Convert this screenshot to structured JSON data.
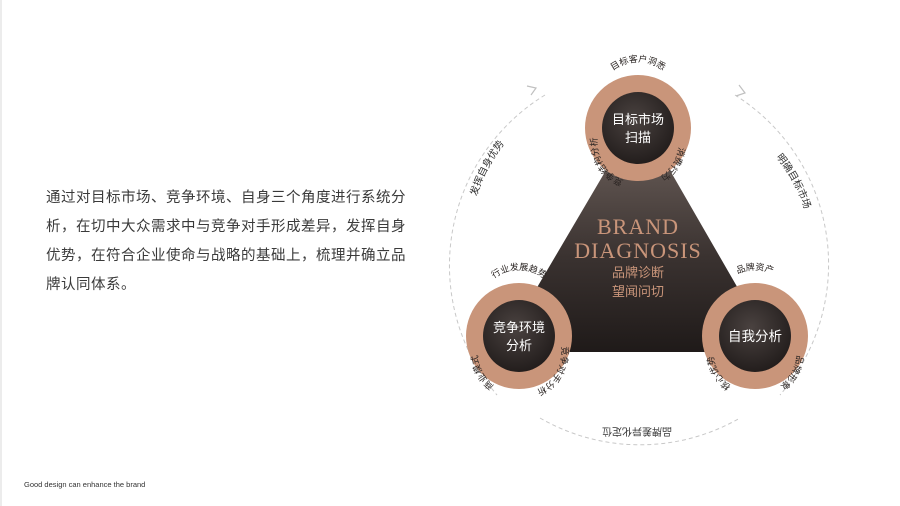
{
  "intro_text": "通过对目标市场、竞争环境、自身三个角度进行系统分析，在切中大众需求中与竞争对手形成差异，发挥自身优势，在符合企业使命与战略的基础上，梳理并确立品牌认同体系。",
  "footer_text": "Good design can enhance the brand",
  "center": {
    "title_line1": "BRAND",
    "title_line2": "DIAGNOSIS",
    "subtitle_line1": "品牌诊断",
    "subtitle_line2": "望闻问切"
  },
  "nodes": {
    "top": {
      "line1": "目标市场",
      "line2": "扫描",
      "ring_top": "目标客户洞悉",
      "ring_left": "竞争结构分析",
      "ring_right": "消费行为"
    },
    "left": {
      "line1": "竞争环境",
      "line2": "分析",
      "ring_top": "行业发展趋势",
      "ring_left": "商业模式",
      "ring_right": "竞争对手分析"
    },
    "right": {
      "line1": "自我分析",
      "ring_top": "品牌资产",
      "ring_left": "核心优势",
      "ring_right": "品牌形象"
    }
  },
  "cycle_labels": {
    "upper_left": "发挥自身优势",
    "upper_right": "明确目标市场",
    "bottom": "品牌差异化定位"
  },
  "colors": {
    "ring": "#c9957a",
    "core_dark": "#2e2624",
    "accent_text": "#c9957a",
    "dash": "#c8c8c8"
  }
}
